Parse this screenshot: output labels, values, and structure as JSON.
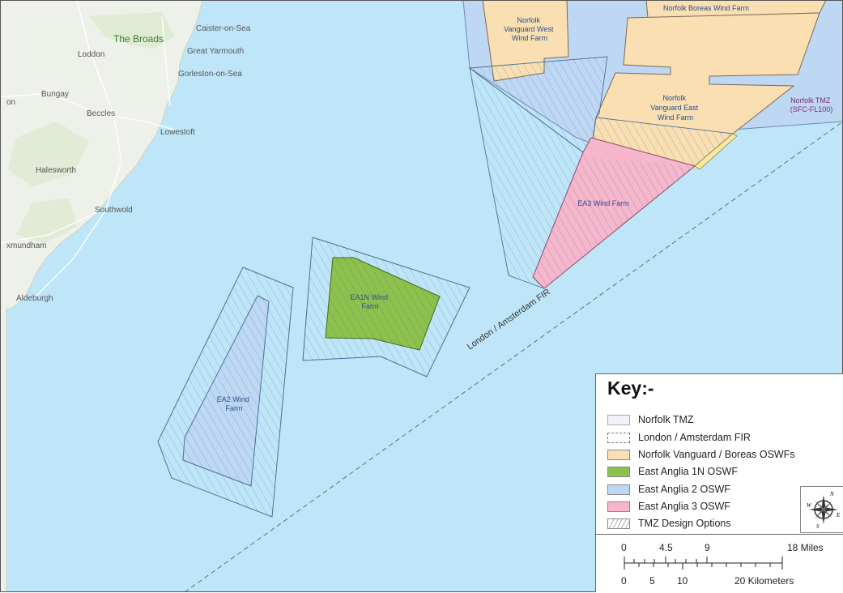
{
  "map": {
    "places": [
      {
        "name": "The Broads",
        "style": "broads"
      },
      {
        "name": "Caister-on-Sea"
      },
      {
        "name": "Loddon"
      },
      {
        "name": "Great Yarmouth"
      },
      {
        "name": "Gorleston-on-Sea"
      },
      {
        "name": "Bungay"
      },
      {
        "name": "on"
      },
      {
        "name": "Beccles"
      },
      {
        "name": "Lowestoft"
      },
      {
        "name": "Halesworth"
      },
      {
        "name": "Southwold"
      },
      {
        "name": "xmundham"
      },
      {
        "name": "Aldeburgh"
      }
    ],
    "areas": {
      "norfolk_vanguard_west": [
        "Norfolk",
        "Vanguard West",
        "Wind Farm"
      ],
      "norfolk_boreas": "Norfolk Boreas Wind Farm",
      "norfolk_vanguard_east": [
        "Norfolk",
        "Vanguard East",
        "Wind Farm"
      ],
      "norfolk_tmz": [
        "Norfolk TMZ",
        "(SFC-FL100)"
      ],
      "ea3": "EA3 Wind Farm",
      "ea1n": [
        "EA1N Wind",
        "Farm"
      ],
      "ea2": [
        "EA2 Wind",
        "Farm"
      ],
      "fir_line": "London / Amsterdam FIR"
    },
    "colors": {
      "sea": "#bfe6f8",
      "land": "#eef0ea",
      "norfolk_vanguard_boreas": "#f9dfb1",
      "east_anglia_1n": "#8dc14c",
      "east_anglia_2": "#bed8f4",
      "east_anglia_3": "#f6b6cc",
      "norfolk_tmz": "#f2f0f8",
      "tmz_yellow": "#f6e9a2"
    }
  },
  "key": {
    "title": "Key:-",
    "items": [
      {
        "label": "Norfolk TMZ",
        "swatch": "tmz"
      },
      {
        "label": "London / Amsterdam FIR",
        "swatch": "fir"
      },
      {
        "label": "Norfolk Vanguard / Boreas OSWFs",
        "swatch": "vanguard"
      },
      {
        "label": "East Anglia 1N OSWF",
        "swatch": "ea1n"
      },
      {
        "label": "East Anglia 2 OSWF",
        "swatch": "ea2"
      },
      {
        "label": "East Anglia 3 OSWF",
        "swatch": "ea3"
      },
      {
        "label": "TMZ Design Options",
        "swatch": "hatch"
      }
    ],
    "compass_letters": {
      "n": "N",
      "e": "E",
      "s": "S",
      "w": "W"
    }
  },
  "scale": {
    "miles": [
      "0",
      "4.5",
      "9",
      "18 Miles"
    ],
    "kilometers": [
      "0",
      "5",
      "10",
      "20 Kilometers"
    ]
  }
}
